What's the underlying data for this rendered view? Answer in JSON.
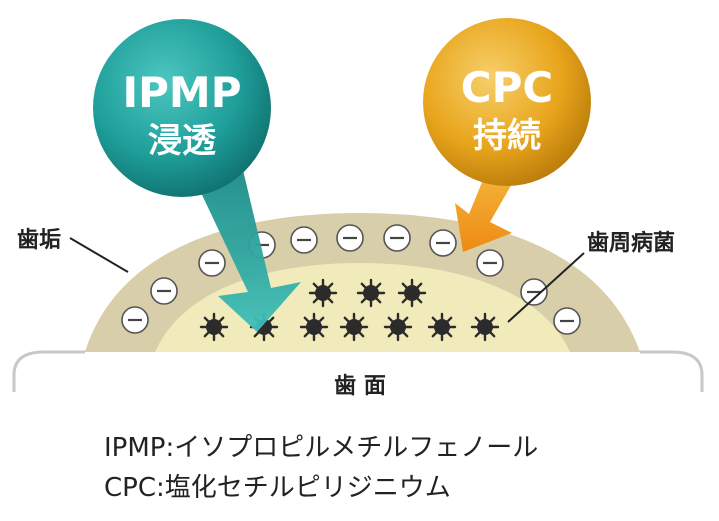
{
  "bubbles": {
    "ipmp": {
      "name": "IPMP",
      "action": "浸透",
      "color": "#1f9e9a"
    },
    "cpc": {
      "name": "CPC",
      "action": "持続",
      "color": "#e8a51c"
    }
  },
  "labels": {
    "plaque": "歯垢",
    "bacteria": "歯周病菌",
    "tooth_surface": "歯 面"
  },
  "legend": {
    "ipmp": "IPMP:イソプロピルメチルフェノール",
    "cpc": "CPC:塩化セチルピリジニウム"
  },
  "colors": {
    "plaque_outer": "#d9ceaa",
    "plaque_inner": "#f1eaba",
    "tooth_outline": "#c8c8c8",
    "ipmp_arrow": "#2aa7a0",
    "cpc_arrow": "#f09a1e",
    "bacteria": "#2b2b2b"
  },
  "icons": {
    "negative_charge": "minus-circle-icon",
    "bacterium": "bacterium-icon"
  }
}
